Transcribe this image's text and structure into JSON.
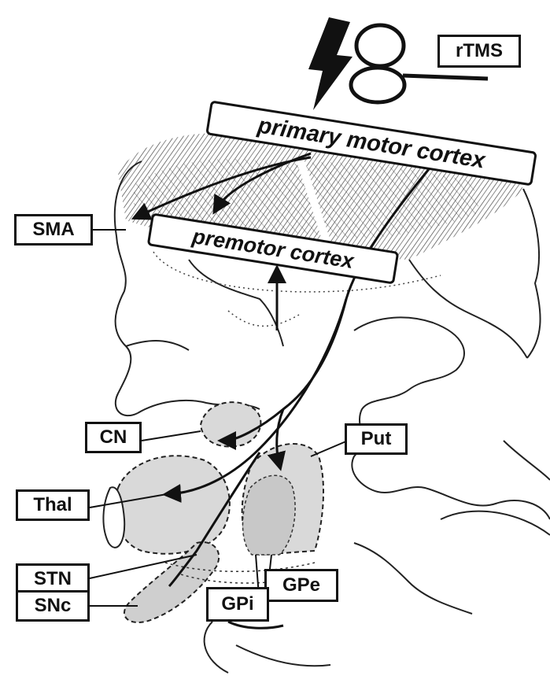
{
  "labels": {
    "rtms": "rTMS",
    "primary_motor_cortex": "primary motor cortex",
    "premotor_cortex": "premotor cortex",
    "sma": "SMA",
    "cn": "CN",
    "put": "Put",
    "thal": "Thal",
    "stn": "STN",
    "snc": "SNc",
    "gpe": "GPe",
    "gpi": "GPi"
  },
  "colors": {
    "ink": "#111111",
    "nucleus_fill": "#d9d9d9",
    "background": "#ffffff"
  }
}
